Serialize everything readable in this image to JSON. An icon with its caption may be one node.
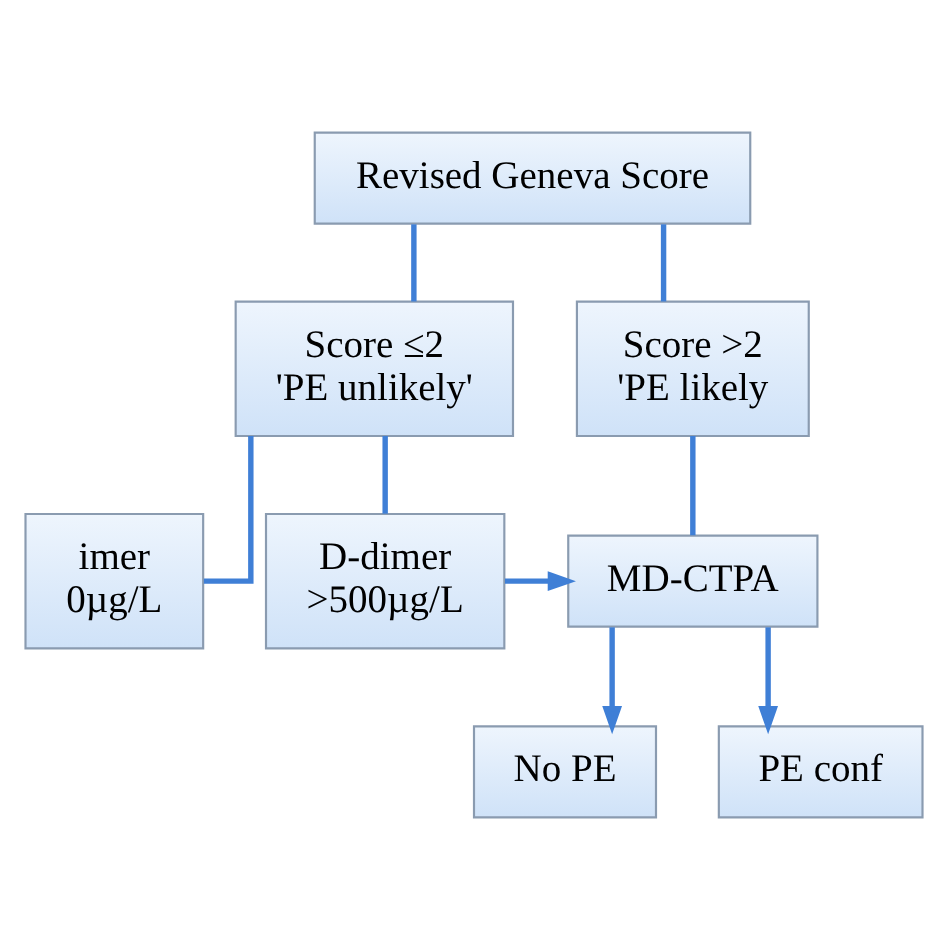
{
  "diagram": {
    "nodes": [
      {
        "text": [
          "Revised Geneva Score"
        ]
      },
      {
        "text": [
          "Score ≤2",
          "'PE unlikely'"
        ]
      },
      {
        "text": [
          "Score >2",
          "'PE likely"
        ]
      },
      {
        "text": [
          "imer",
          "0µg/L"
        ]
      },
      {
        "text": [
          "D-dimer",
          ">500µg/L"
        ]
      },
      {
        "text": [
          "MD-CTPA"
        ]
      },
      {
        "text": [
          "No PE"
        ]
      },
      {
        "text": [
          "PE conf"
        ]
      }
    ],
    "edges": [
      {
        "from": 0,
        "to": 1,
        "arrow": "none"
      },
      {
        "from": 0,
        "to": 2,
        "arrow": "none"
      },
      {
        "from": 1,
        "to": 3,
        "arrow": "none"
      },
      {
        "from": 1,
        "to": 4,
        "arrow": "none"
      },
      {
        "from": 2,
        "to": 5,
        "arrow": "none"
      },
      {
        "from": 4,
        "to": 5,
        "arrow": "to"
      },
      {
        "from": 5,
        "to": 6,
        "arrow": "to"
      },
      {
        "from": 5,
        "to": 7,
        "arrow": "to"
      }
    ]
  }
}
